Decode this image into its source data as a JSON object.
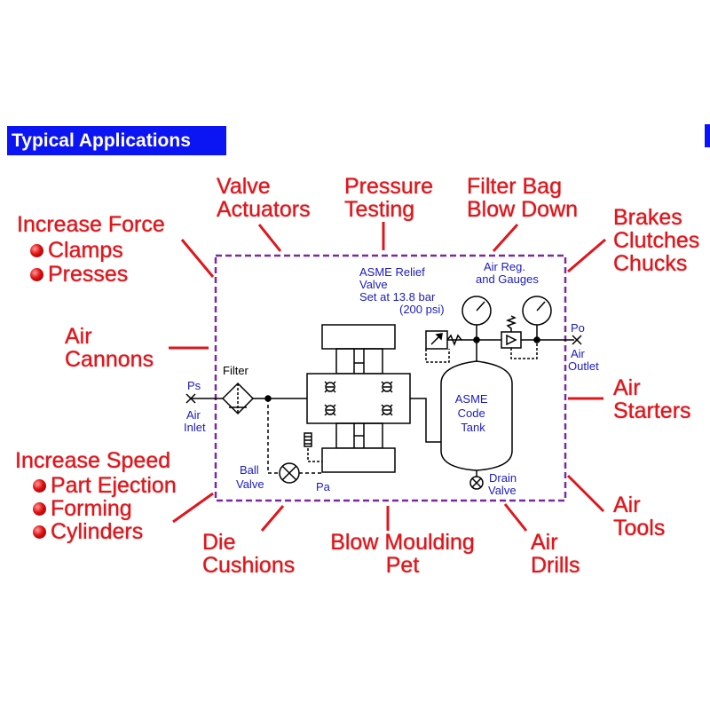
{
  "header": {
    "title": "Typical Applications"
  },
  "labels": {
    "valve_actuators": [
      "Valve",
      "Actuators"
    ],
    "pressure_testing": [
      "Pressure",
      "Testing"
    ],
    "filter_bag": [
      "Filter Bag",
      "Blow Down"
    ],
    "brakes": [
      "Brakes",
      "Clutches",
      "Chucks"
    ],
    "increase_force": "Increase Force",
    "force_items": [
      "Clamps",
      "Presses"
    ],
    "air_cannons": [
      "Air",
      "Cannons"
    ],
    "air_starters": [
      "Air",
      "Starters"
    ],
    "increase_speed": "Increase Speed",
    "speed_items": [
      "Part Ejection",
      "Forming",
      "Cylinders"
    ],
    "air_tools": [
      "Air",
      "Tools"
    ],
    "die_cushions": [
      "Die",
      "Cushions"
    ],
    "blow_moulding": [
      "Blow Moulding",
      "Pet"
    ],
    "air_drills": [
      "Air",
      "Drills"
    ]
  },
  "schematic": {
    "relief": [
      "ASME  Relief",
      "Valve",
      "Set at 13.8 bar",
      "(200 psi)"
    ],
    "air_reg": [
      "Air Reg.",
      "and Gauges"
    ],
    "filter": "Filter",
    "ps": "Ps",
    "air_inlet": [
      "Air",
      "Inlet"
    ],
    "po": "Po",
    "air_outlet": [
      "Air",
      "Outlet"
    ],
    "tank": [
      "ASME",
      "Code",
      "Tank"
    ],
    "ball_valve": [
      "Ball",
      "Valve"
    ],
    "pa": "Pa",
    "drain_valve": [
      "Drain",
      "Valve"
    ]
  },
  "colors": {
    "header_bg": "#0b14f2",
    "label_red": "#e0161d",
    "box_border": "#7a2aa0",
    "schematic_text": "#1b1bbf"
  }
}
